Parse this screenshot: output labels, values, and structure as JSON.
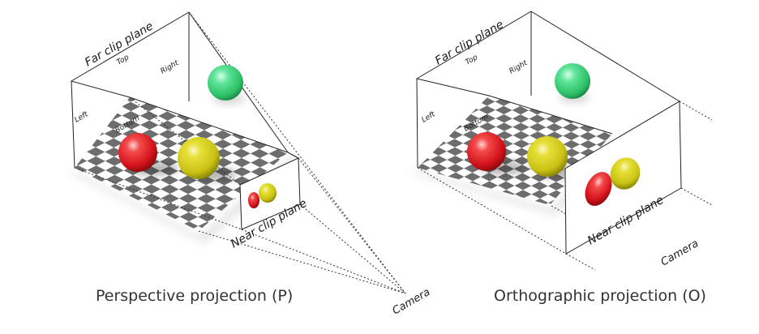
{
  "perspective": {
    "far_plane": "Far clip plane",
    "top": "Top",
    "right": "Right",
    "left": "Left",
    "bottom": "Bottom",
    "near_plane": "Near clip plane",
    "camera": "Camera",
    "caption": "Perspective projection (P)"
  },
  "orthographic": {
    "far_plane": "Far clip plane",
    "top": "Top",
    "right": "Right",
    "left": "Left",
    "bottom": "Bottom",
    "near_plane": "Near clip plane",
    "camera": "Camera",
    "caption": "Orthographic projection (O)"
  },
  "colors": {
    "red_sphere": "#e41c23",
    "yellow_sphere": "#d8d21a",
    "green_sphere": "#3ad47a",
    "checker_dark": "#6d6d6d",
    "checker_light": "#ffffff"
  }
}
